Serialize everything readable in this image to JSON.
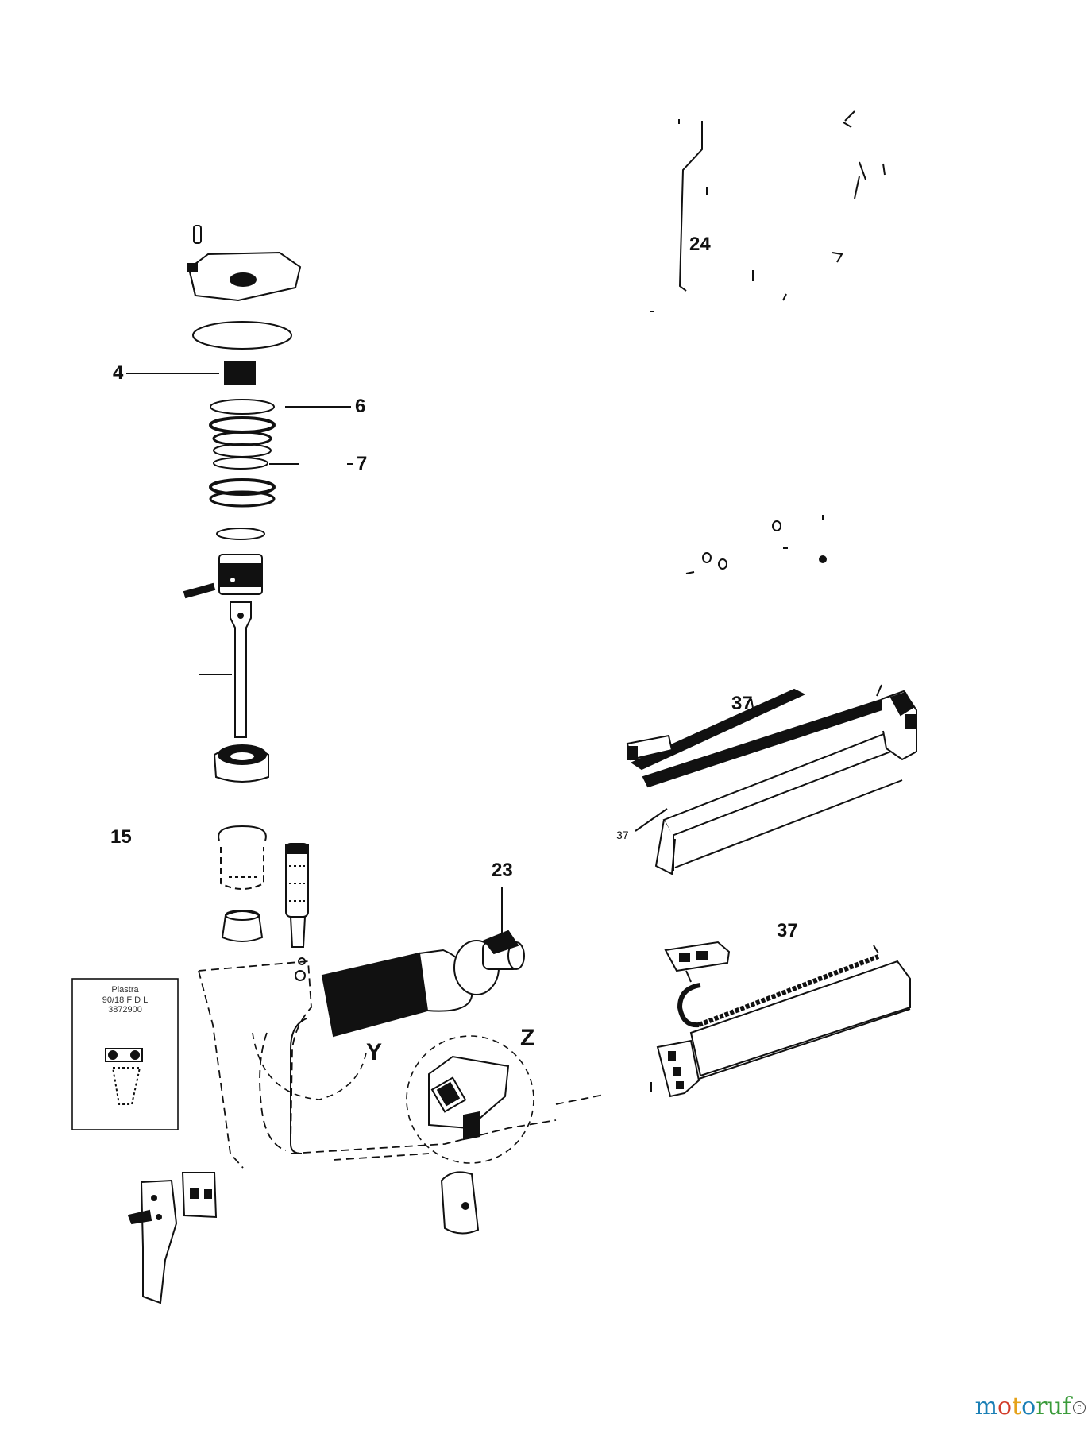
{
  "callouts": {
    "c4": "4",
    "c6": "6",
    "c7": "7",
    "c15": "15",
    "c23": "23",
    "c24": "24",
    "c37a": "37",
    "c37b": "37",
    "c37c": "37",
    "detailY": "Y",
    "detailZ": "Z"
  },
  "label_card": {
    "line1": "Piastra",
    "line2": "90/18 F D L",
    "line3": "3872900"
  },
  "watermark": {
    "letters": [
      "m",
      "o",
      "t",
      "o",
      "ruf"
    ],
    "copyright": "c"
  }
}
